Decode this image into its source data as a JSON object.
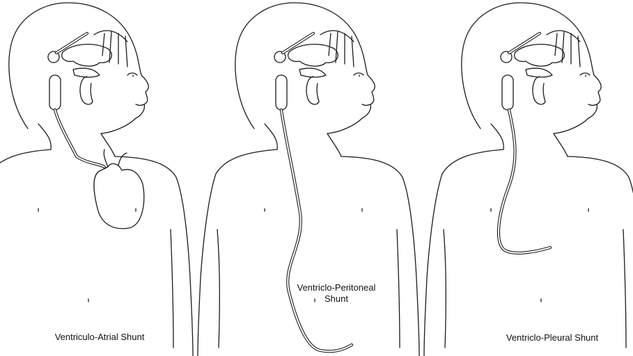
{
  "figures": [
    {
      "label_lines": [
        "Ventriculo-Atrial Shunt"
      ]
    },
    {
      "label_lines": [
        "Ventriclo-Peritoneal",
        "Shunt"
      ]
    },
    {
      "label_lines": [
        "Ventriclo-Pleural Shunt"
      ]
    }
  ],
  "colors": {
    "line": "#1a1a1a",
    "background": "#ffffff"
  }
}
